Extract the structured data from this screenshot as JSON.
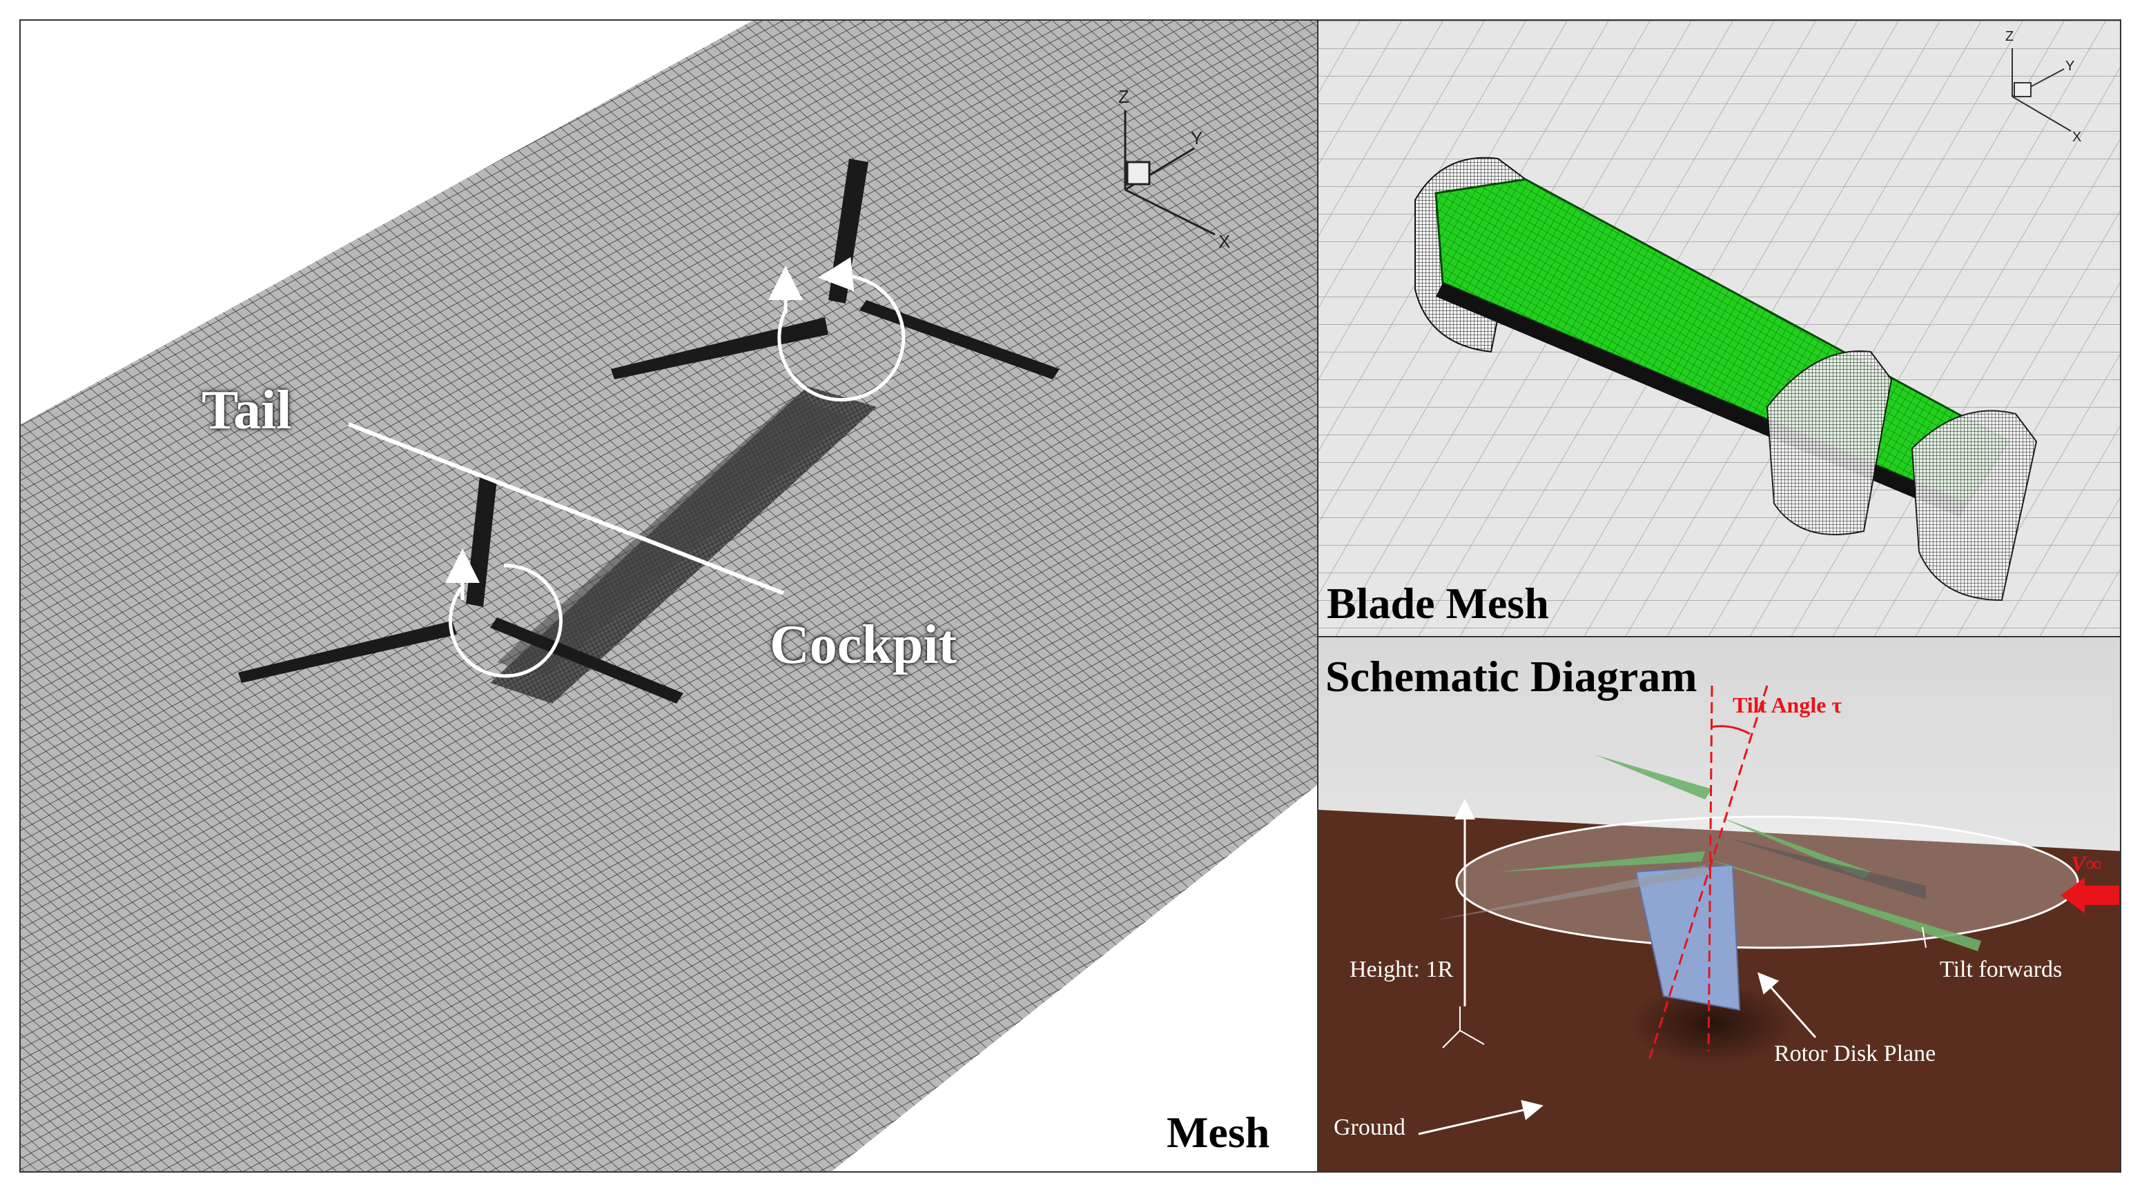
{
  "mesh_panel": {
    "title": "Mesh",
    "label_tail": "Tail",
    "label_cockpit": "Cockpit",
    "axes": {
      "z": "Z",
      "y": "Y",
      "x": "X"
    }
  },
  "blade_panel": {
    "title": "Blade Mesh",
    "axes": {
      "z": "Z",
      "y": "Y",
      "x": "X"
    },
    "blade_color": "#22d11f"
  },
  "schematic_panel": {
    "title": "Schematic Diagram",
    "tilt_angle": "Tilt Angle τ",
    "v_inf": "V∞",
    "height": "Height: 1R",
    "tilt_forwards": "Tilt forwards",
    "rotor_disk_plane": "Rotor Disk Plane",
    "ground": "Ground",
    "ground_color": "#5a2e1f",
    "accent_color": "#e8141a"
  }
}
